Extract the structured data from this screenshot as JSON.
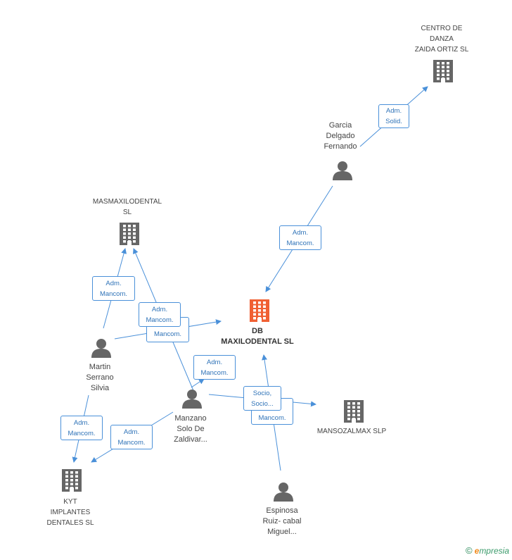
{
  "colors": {
    "edge": "#4a90d9",
    "company": "#666666",
    "company_main": "#f06033",
    "person": "#666666"
  },
  "nodes": {
    "centro": {
      "label": "CENTRO DE\nDANZA\nZAIDA ORTIZ SL",
      "icon": "building-icon"
    },
    "garcia": {
      "label": "Garcia\nDelgado\nFernando",
      "icon": "person-icon"
    },
    "masmaxilodental": {
      "label": "MASMAXILODENTAL\nSL",
      "icon": "building-icon"
    },
    "db": {
      "label": "DB\nMAXILODENTAL SL",
      "icon": "building-icon"
    },
    "martin": {
      "label": "Martin\nSerrano\nSilvia",
      "icon": "person-icon"
    },
    "manzano": {
      "label": "Manzano\nSolo De\nZaldivar...",
      "icon": "person-icon"
    },
    "mansozalmax": {
      "label": "MANSOZALMAX SLP",
      "icon": "building-icon"
    },
    "kyt": {
      "label": "KYT\nIMPLANTES\nDENTALES  SL",
      "icon": "building-icon"
    },
    "espinosa": {
      "label": "Espinosa\nRuiz- cabal\nMiguel...",
      "icon": "person-icon"
    }
  },
  "edge_labels": {
    "garcia_centro": "Adm.\nSolid.",
    "garcia_db": "Adm.\nMancom.",
    "martin_mas": "Adm.\nMancom.",
    "manzano_mas": "Adm.\nMancom.",
    "martin_db": "Mancom.",
    "manzano_db": "Adm.\nMancom.",
    "manzano_manso": "Socio,\nSocio...",
    "espinosa_manso": "Mancom.",
    "martin_kyt": "Adm.\nMancom.",
    "manzano_kyt": "Adm.\nMancom."
  },
  "footer": {
    "copyright_symbol": "©",
    "brand_e": "e",
    "brand_rest": "mpresia"
  }
}
